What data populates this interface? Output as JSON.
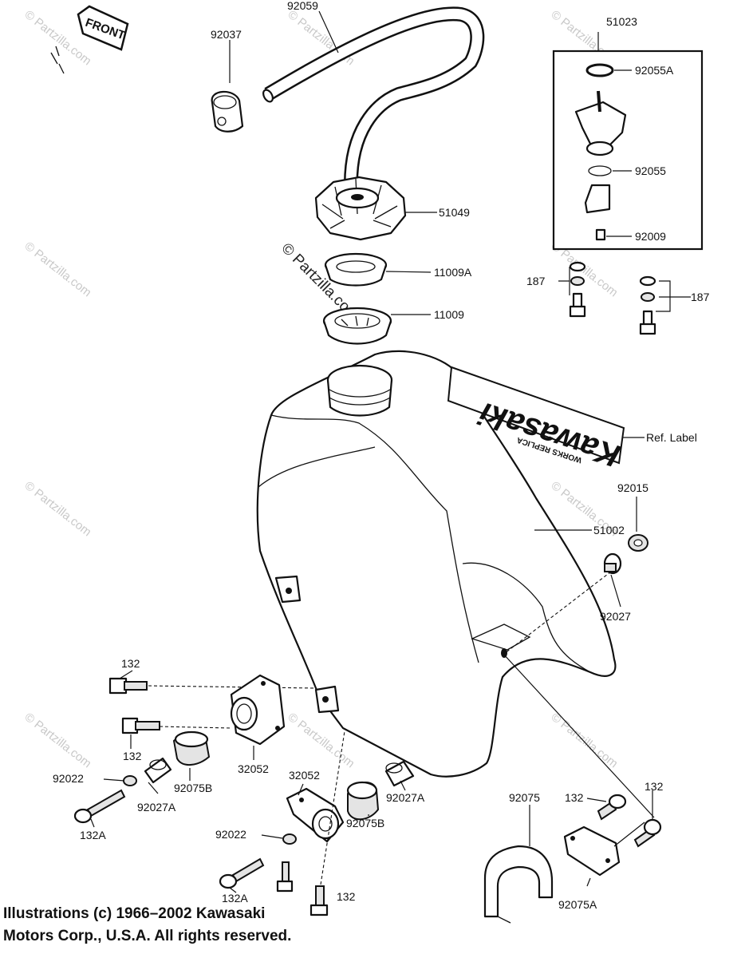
{
  "front_arrow": {
    "label": "FRONT"
  },
  "decal": {
    "brand": "Kawasaki",
    "sub": "WORKS REPLICA"
  },
  "watermark": "© Partzilla.com",
  "parts": {
    "hose": "92059",
    "clamp": "92037",
    "cock_assy": "51023",
    "oring_a": "92055A",
    "oring": "92055",
    "screw_cock": "92009",
    "cap": "51049",
    "cap_gasket_a": "11009A",
    "cap_gasket": "11009",
    "bolt_set_left": "187",
    "bolt_set_right": "187",
    "ref_label": "Ref. Label",
    "tank": "51002",
    "grommet_top": "92015",
    "bolt_side": "92027",
    "bolt_132_a": "132",
    "bolt_132_b": "132",
    "washer_left": "92022",
    "collar_left": "92027A",
    "damper_left": "92075B",
    "bracket_left": "32052",
    "bolt_132A_left": "132A",
    "bracket_center": "32052",
    "collar_center": "92027A",
    "damper_center": "92075B",
    "washer_center": "92022",
    "bolt_132A_center": "132A",
    "bolt_132_bottom": "132",
    "rubber_strap": "92075",
    "bolt_132_right_a": "132",
    "bolt_132_right_b": "132",
    "damper_right": "92075A"
  },
  "copyright": {
    "line1": "Illustrations (c) 1966–2002 Kawasaki",
    "line2": "Motors Corp., U.S.A.  All rights reserved."
  }
}
